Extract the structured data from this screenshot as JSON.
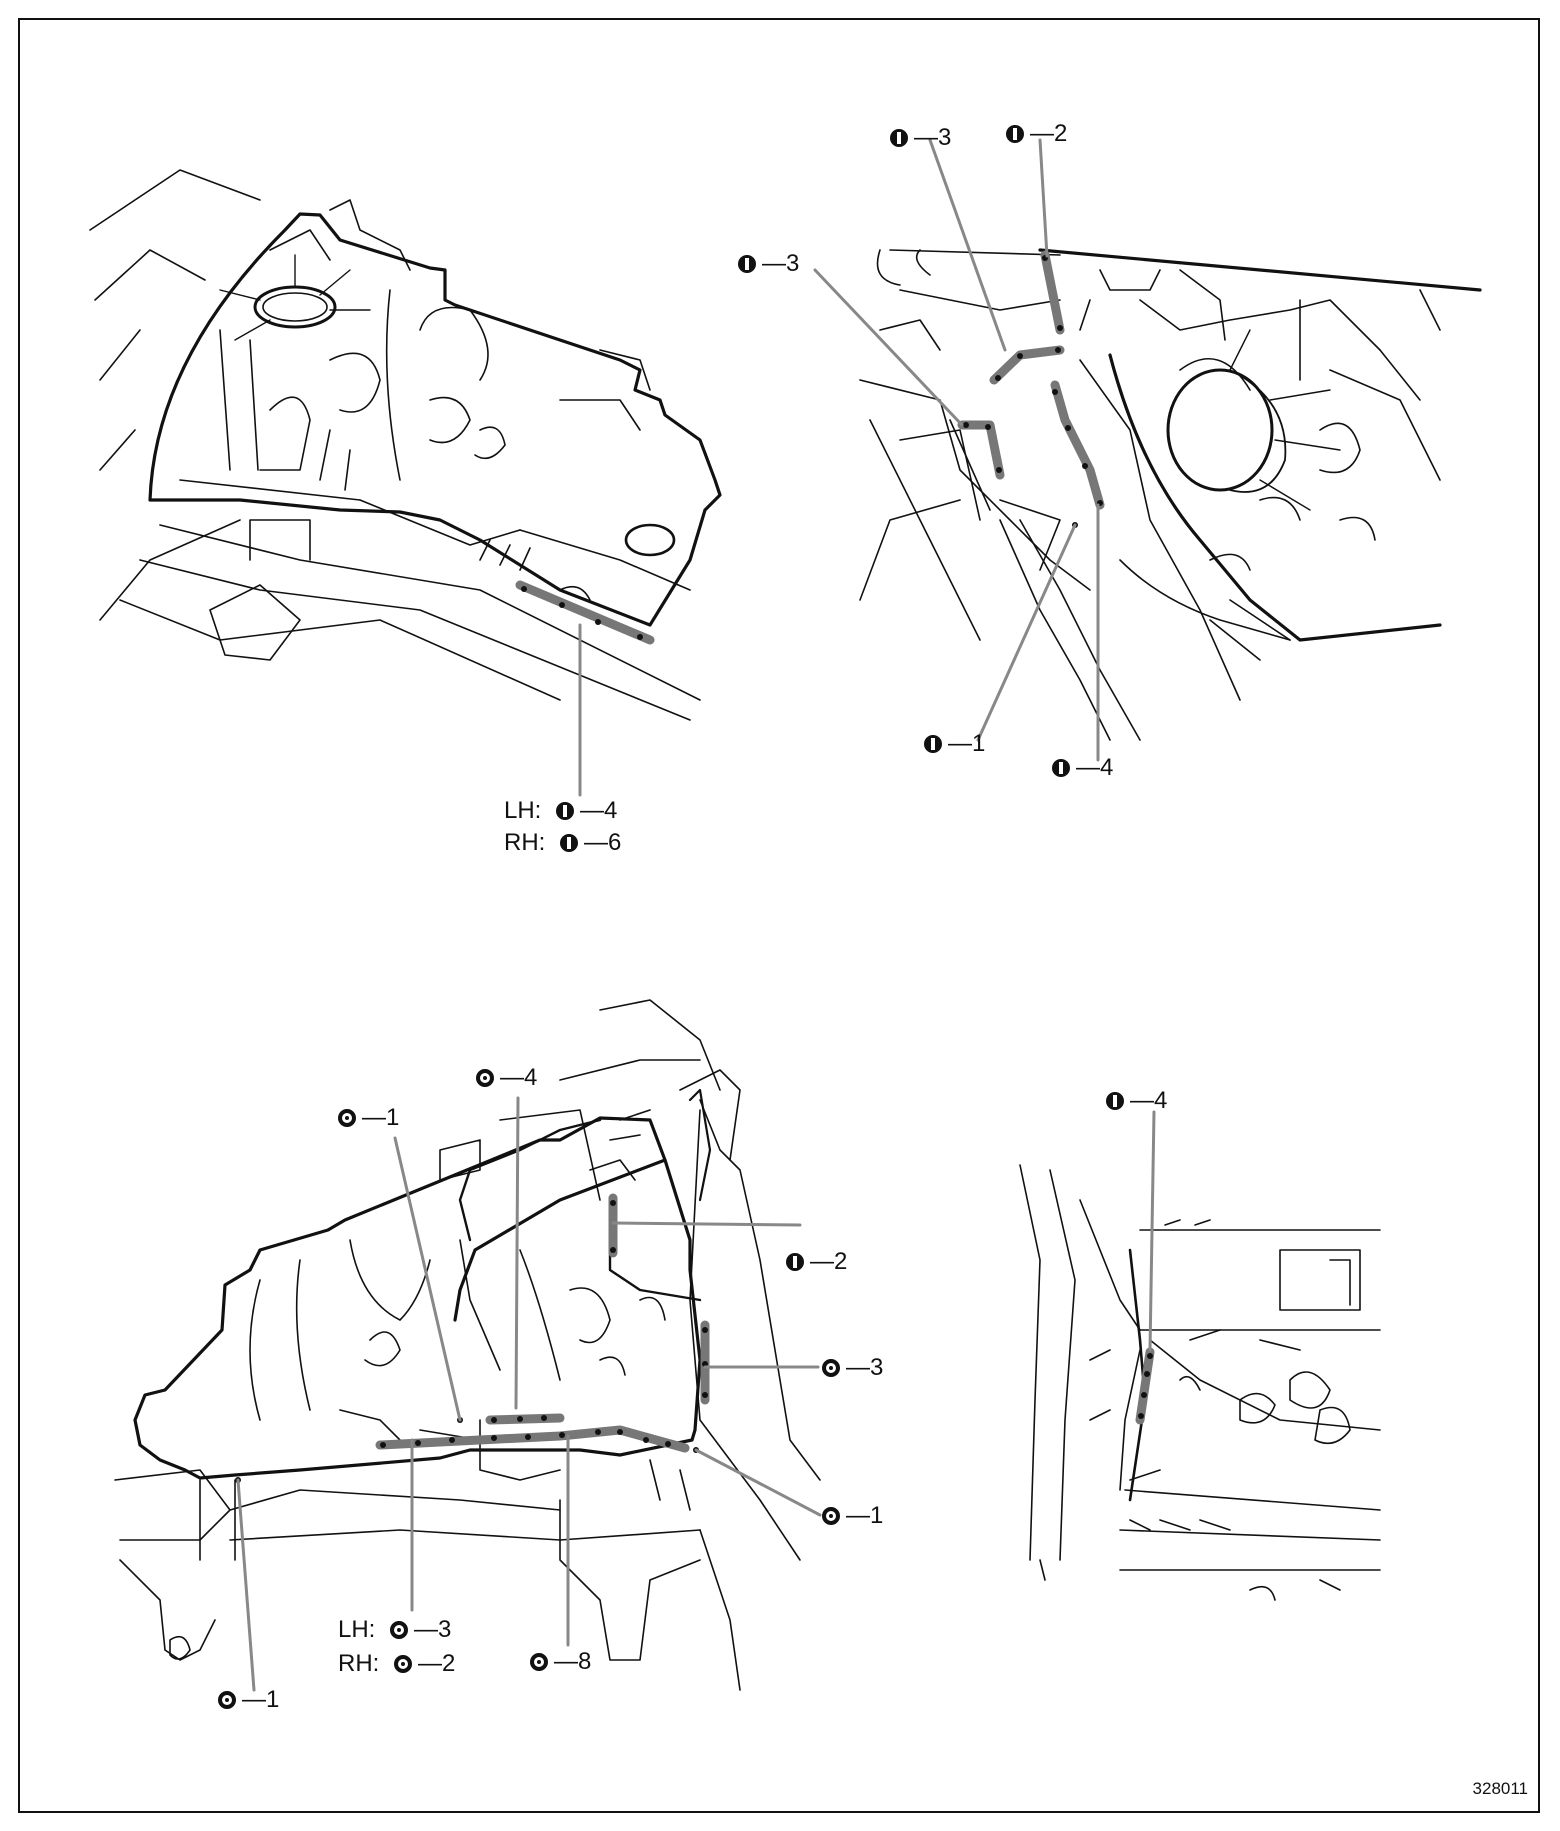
{
  "figure_id": "328011",
  "symbols": {
    "solid_i": "I-in-solid-circle-icon",
    "ring_dot": "ring-dot-icon"
  },
  "callouts": {
    "tl_lh": {
      "prefix": "LH:",
      "num": "4"
    },
    "tl_rh": {
      "prefix": "RH:",
      "num": "6"
    },
    "tr_3a": {
      "num": "3"
    },
    "tr_2": {
      "num": "2"
    },
    "tr_3b": {
      "num": "3"
    },
    "tr_1": {
      "num": "1"
    },
    "tr_4": {
      "num": "4"
    },
    "bl_4": {
      "num": "4"
    },
    "bl_1a": {
      "num": "1"
    },
    "bl_2": {
      "num": "2"
    },
    "bl_3": {
      "num": "3"
    },
    "bl_1b": {
      "num": "1"
    },
    "bl_lh": {
      "prefix": "LH:",
      "num": "3"
    },
    "bl_rh": {
      "prefix": "RH:",
      "num": "2"
    },
    "bl_8": {
      "num": "8"
    },
    "bl_1c": {
      "num": "1"
    },
    "br_4": {
      "num": "4"
    }
  }
}
